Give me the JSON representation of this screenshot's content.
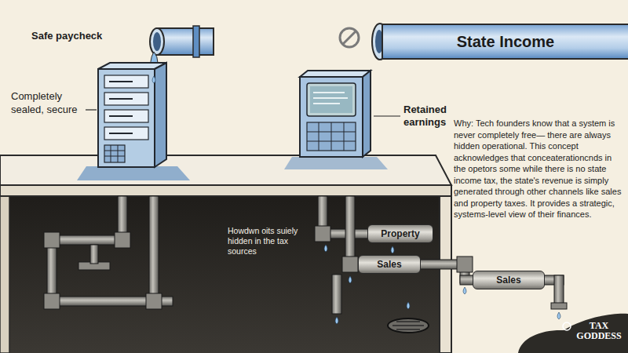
{
  "diagram": {
    "nodes": [
      {
        "text": [
          "State Income"
        ]
      },
      {
        "text": [
          "Property"
        ]
      },
      {
        "text": [
          "Sales"
        ]
      },
      {
        "text": [
          "Sales"
        ]
      }
    ],
    "labels": [
      "Safe paycheck",
      "Completely sealed, secure",
      "Retained earnings",
      "Why: Tech founders know that a system is never completely free— there are always hidden operational. This concept acknowledges that conceaterationcnds in the opetors some while there is no state income tax, the state's revenue is simply generated through other channels like sales and property taxes. It provides a strategic, systems-level view of their finances.",
      "Howdwn oits suiely hidden in the tax sources",
      "TAX GODDESS"
    ]
  }
}
